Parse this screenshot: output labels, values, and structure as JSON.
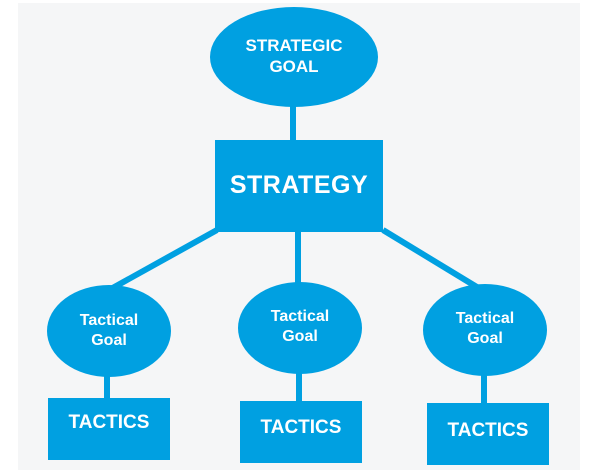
{
  "colors": {
    "node": "#00a0e1",
    "background": "#f5f6f7",
    "text": "#ffffff"
  },
  "strategic_goal": {
    "line1": "STRATEGIC",
    "line2": "GOAL"
  },
  "strategy": {
    "label": "STRATEGY"
  },
  "branches": [
    {
      "goal_line1": "Tactical",
      "goal_line2": "Goal",
      "tactics": "TACTICS"
    },
    {
      "goal_line1": "Tactical",
      "goal_line2": "Goal",
      "tactics": "TACTICS"
    },
    {
      "goal_line1": "Tactical",
      "goal_line2": "Goal",
      "tactics": "TACTICS"
    }
  ]
}
